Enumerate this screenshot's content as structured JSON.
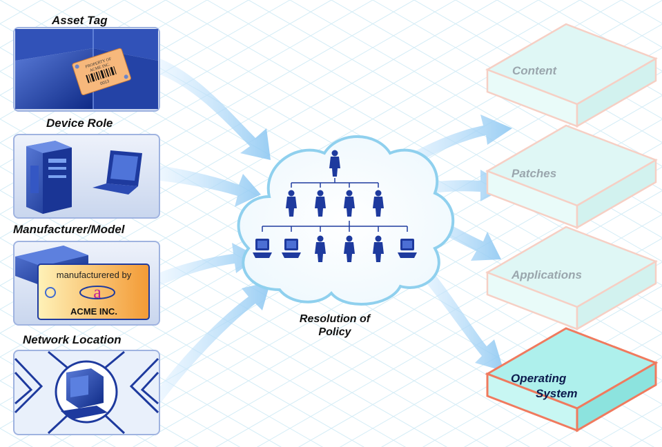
{
  "inputs": [
    {
      "id": "asset-tag",
      "label": "Asset Tag"
    },
    {
      "id": "device-role",
      "label": "Device Role"
    },
    {
      "id": "manufacturer-model",
      "label": "Manufacturer/Model"
    },
    {
      "id": "network-location",
      "label": "Network Location"
    }
  ],
  "asset_tag_sticker": {
    "line1": "PROPERTY OF",
    "line2": "ACME INC.",
    "number": "0013"
  },
  "manufacturer_badge": {
    "text": "manufacturered by",
    "letter": "a",
    "company": "ACME INC."
  },
  "center": {
    "line1": "Resolution of",
    "line2": "Policy"
  },
  "outputs": [
    {
      "id": "content",
      "label": "Content",
      "active": false
    },
    {
      "id": "patches",
      "label": "Patches",
      "active": false
    },
    {
      "id": "applications",
      "label": "Applications",
      "active": false
    },
    {
      "id": "operating-system",
      "label_line1": "Operating",
      "label_line2": "System",
      "active": true
    }
  ],
  "colors": {
    "grid": "#cfeaf5",
    "device_blue": "#1e3a9e",
    "arrow": "#a9d4f5",
    "cloud_outline": "#8fd0ee",
    "box_fill": "#d6f6f4",
    "box_outline_faded": "#f6cfc4",
    "box_outline_active": "#f07a5e",
    "badge_orange": "#f6a23c"
  }
}
